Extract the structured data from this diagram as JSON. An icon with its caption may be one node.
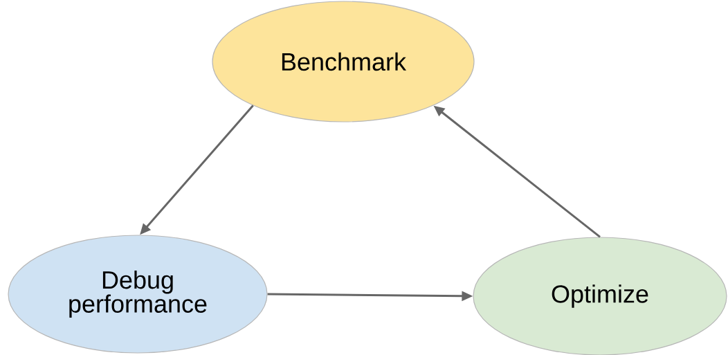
{
  "diagram": {
    "nodes": [
      {
        "text": [
          "Benchmark"
        ]
      },
      {
        "text": [
          "Debug performance"
        ]
      },
      {
        "text": [
          "Optimize"
        ]
      }
    ],
    "edges": [
      {
        "from": 0,
        "to": 1,
        "arrow": "to"
      },
      {
        "from": 1,
        "to": 2,
        "arrow": "to"
      },
      {
        "from": 2,
        "to": 0,
        "arrow": "to"
      }
    ]
  }
}
